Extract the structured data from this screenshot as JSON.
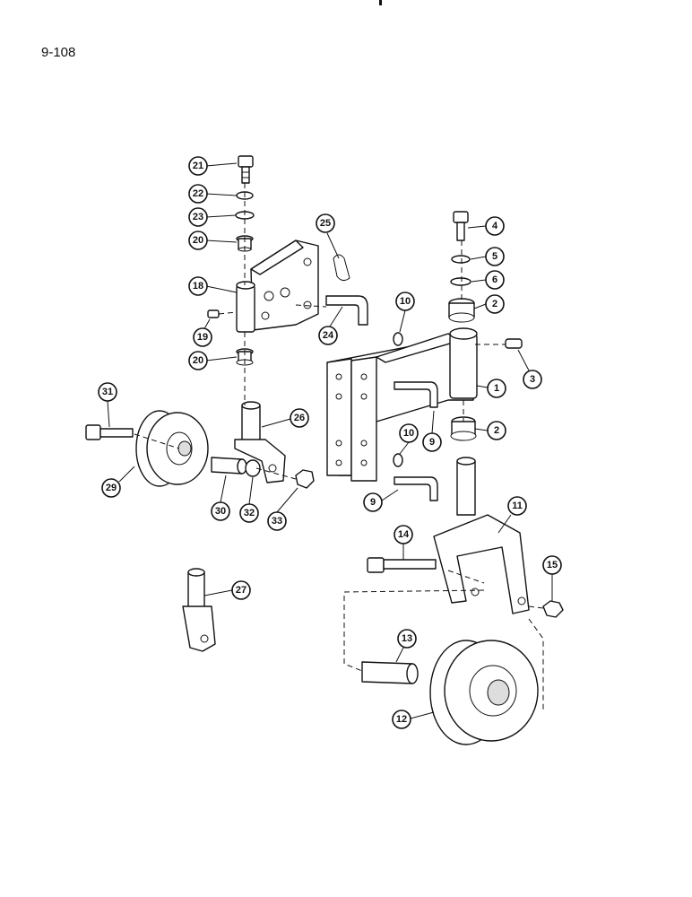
{
  "page": {
    "number": "9-108"
  },
  "callouts": [
    {
      "label": "21"
    },
    {
      "label": "22"
    },
    {
      "label": "23"
    },
    {
      "label": "20"
    },
    {
      "label": "18"
    },
    {
      "label": "19"
    },
    {
      "label": "20"
    },
    {
      "label": "25"
    },
    {
      "label": "24"
    },
    {
      "label": "10"
    },
    {
      "label": "4"
    },
    {
      "label": "5"
    },
    {
      "label": "6"
    },
    {
      "label": "2"
    },
    {
      "label": "3"
    },
    {
      "label": "1"
    },
    {
      "label": "2"
    },
    {
      "label": "9"
    },
    {
      "label": "10"
    },
    {
      "label": "9"
    },
    {
      "label": "31"
    },
    {
      "label": "26"
    },
    {
      "label": "29"
    },
    {
      "label": "30"
    },
    {
      "label": "32"
    },
    {
      "label": "33"
    },
    {
      "label": "11"
    },
    {
      "label": "14"
    },
    {
      "label": "15"
    },
    {
      "label": "27"
    },
    {
      "label": "13"
    },
    {
      "label": "12"
    }
  ]
}
